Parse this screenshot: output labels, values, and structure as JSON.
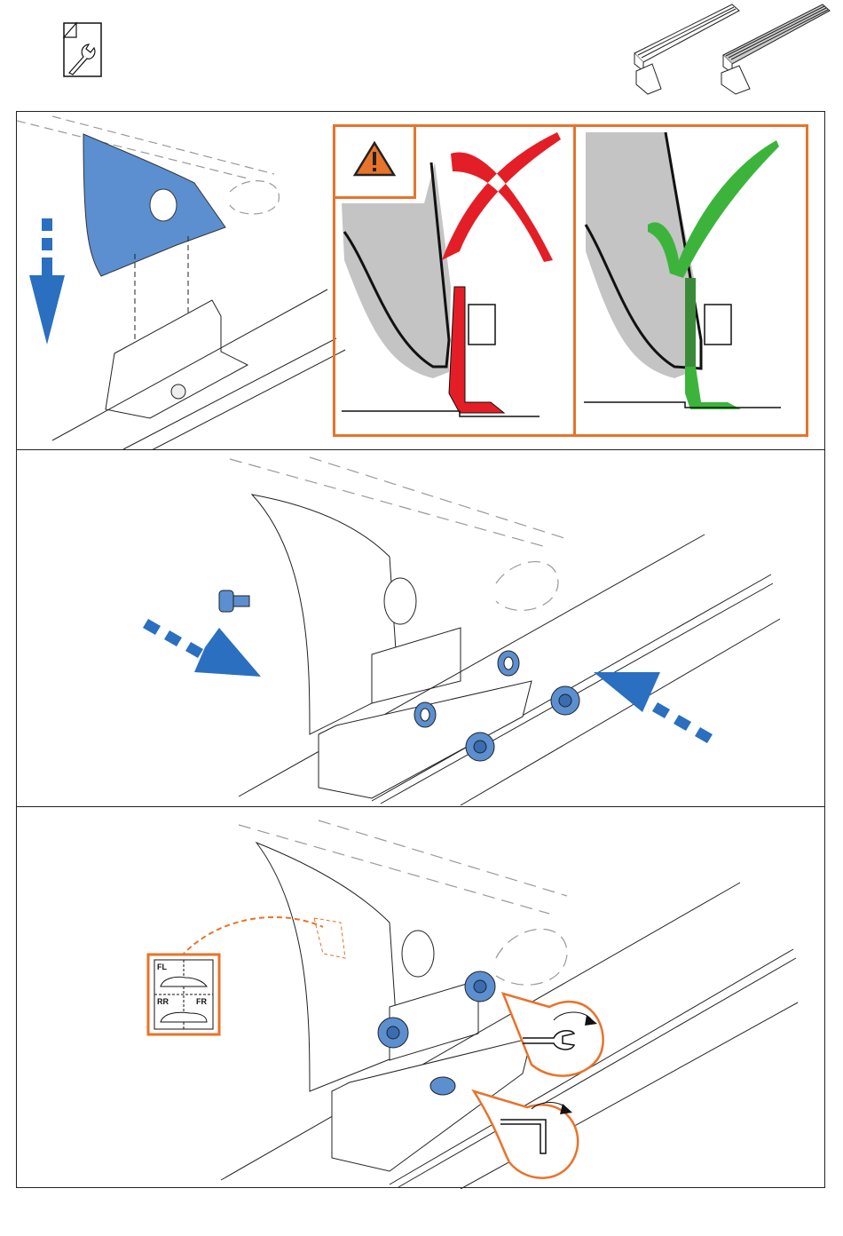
{
  "document": {
    "type": "installation-instructions",
    "header": {
      "manual_icon": "wrench-document-icon",
      "product_variants": [
        "aluminium-bar-with-t-track",
        "steel-bar-ribbed"
      ]
    },
    "steps": [
      {
        "index": 1,
        "action": "lower-foot-onto-bracket",
        "arrow_direction": "down",
        "warning": {
          "icon": "warning-triangle-icon",
          "incorrect": {
            "mark": "cross-icon",
            "color": "#e41e26"
          },
          "correct": {
            "mark": "check-icon",
            "color": "#3cb43c"
          }
        }
      },
      {
        "index": 2,
        "action": "insert-bolts-washers-nuts",
        "arrows": [
          "from-left",
          "from-right"
        ]
      },
      {
        "index": 3,
        "action": "tighten",
        "position_label": {
          "fl": "FL",
          "rr": "RR",
          "fr": "FR"
        },
        "tools": [
          "open-wrench-icon",
          "hex-key-icon"
        ]
      }
    ],
    "colors": {
      "accent_orange": "#e8732a",
      "part_blue": "#5b8fd0",
      "arrow_blue": "#2a6fc0",
      "grey_fill": "#c4c4c4"
    }
  }
}
